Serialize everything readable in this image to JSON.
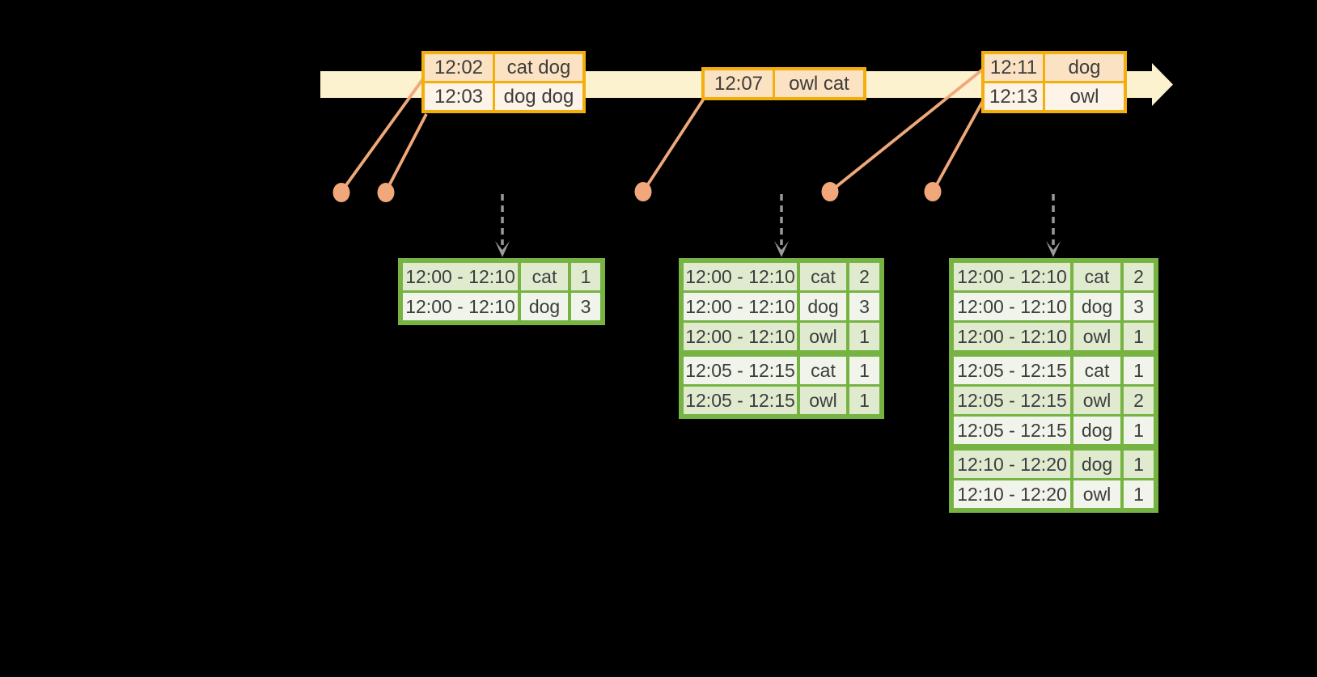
{
  "colors": {
    "background": "#000000",
    "timeline_fill": "#fcf2cf",
    "event_table_border": "#f2ae0d",
    "event_row_dark": "#fbe2c2",
    "event_row_light": "#fdf3e6",
    "connector_and_dot": "#f0a87a",
    "trigger_arrow": "#999999",
    "result_table_border": "#77b342",
    "result_row_dark": "#dfeacf",
    "result_row_light": "#f0f4ea",
    "text": "#3d3d3d"
  },
  "timeline": {
    "event_tables": [
      {
        "rows": [
          {
            "time": "12:02",
            "words": "cat dog"
          },
          {
            "time": "12:03",
            "words": "dog dog"
          }
        ]
      },
      {
        "rows": [
          {
            "time": "12:07",
            "words": "owl cat"
          }
        ]
      },
      {
        "rows": [
          {
            "time": "12:11",
            "words": "dog"
          },
          {
            "time": "12:13",
            "words": "owl"
          }
        ]
      }
    ]
  },
  "result_tables": [
    {
      "rows": [
        {
          "window": "12:00 - 12:10",
          "word": "cat",
          "count": "1"
        },
        {
          "window": "12:00 - 12:10",
          "word": "dog",
          "count": "3"
        }
      ]
    },
    {
      "rows": [
        {
          "window": "12:00 - 12:10",
          "word": "cat",
          "count": "2"
        },
        {
          "window": "12:00 - 12:10",
          "word": "dog",
          "count": "3"
        },
        {
          "window": "12:00 - 12:10",
          "word": "owl",
          "count": "1"
        },
        {
          "window": "12:05 - 12:15",
          "word": "cat",
          "count": "1"
        },
        {
          "window": "12:05 - 12:15",
          "word": "owl",
          "count": "1"
        }
      ]
    },
    {
      "rows": [
        {
          "window": "12:00 - 12:10",
          "word": "cat",
          "count": "2"
        },
        {
          "window": "12:00 - 12:10",
          "word": "dog",
          "count": "3"
        },
        {
          "window": "12:00 - 12:10",
          "word": "owl",
          "count": "1"
        },
        {
          "window": "12:05 - 12:15",
          "word": "cat",
          "count": "1"
        },
        {
          "window": "12:05 - 12:15",
          "word": "owl",
          "count": "2"
        },
        {
          "window": "12:05 - 12:15",
          "word": "dog",
          "count": "1"
        },
        {
          "window": "12:10 - 12:20",
          "word": "dog",
          "count": "1"
        },
        {
          "window": "12:10 - 12:20",
          "word": "owl",
          "count": "1"
        }
      ]
    }
  ]
}
